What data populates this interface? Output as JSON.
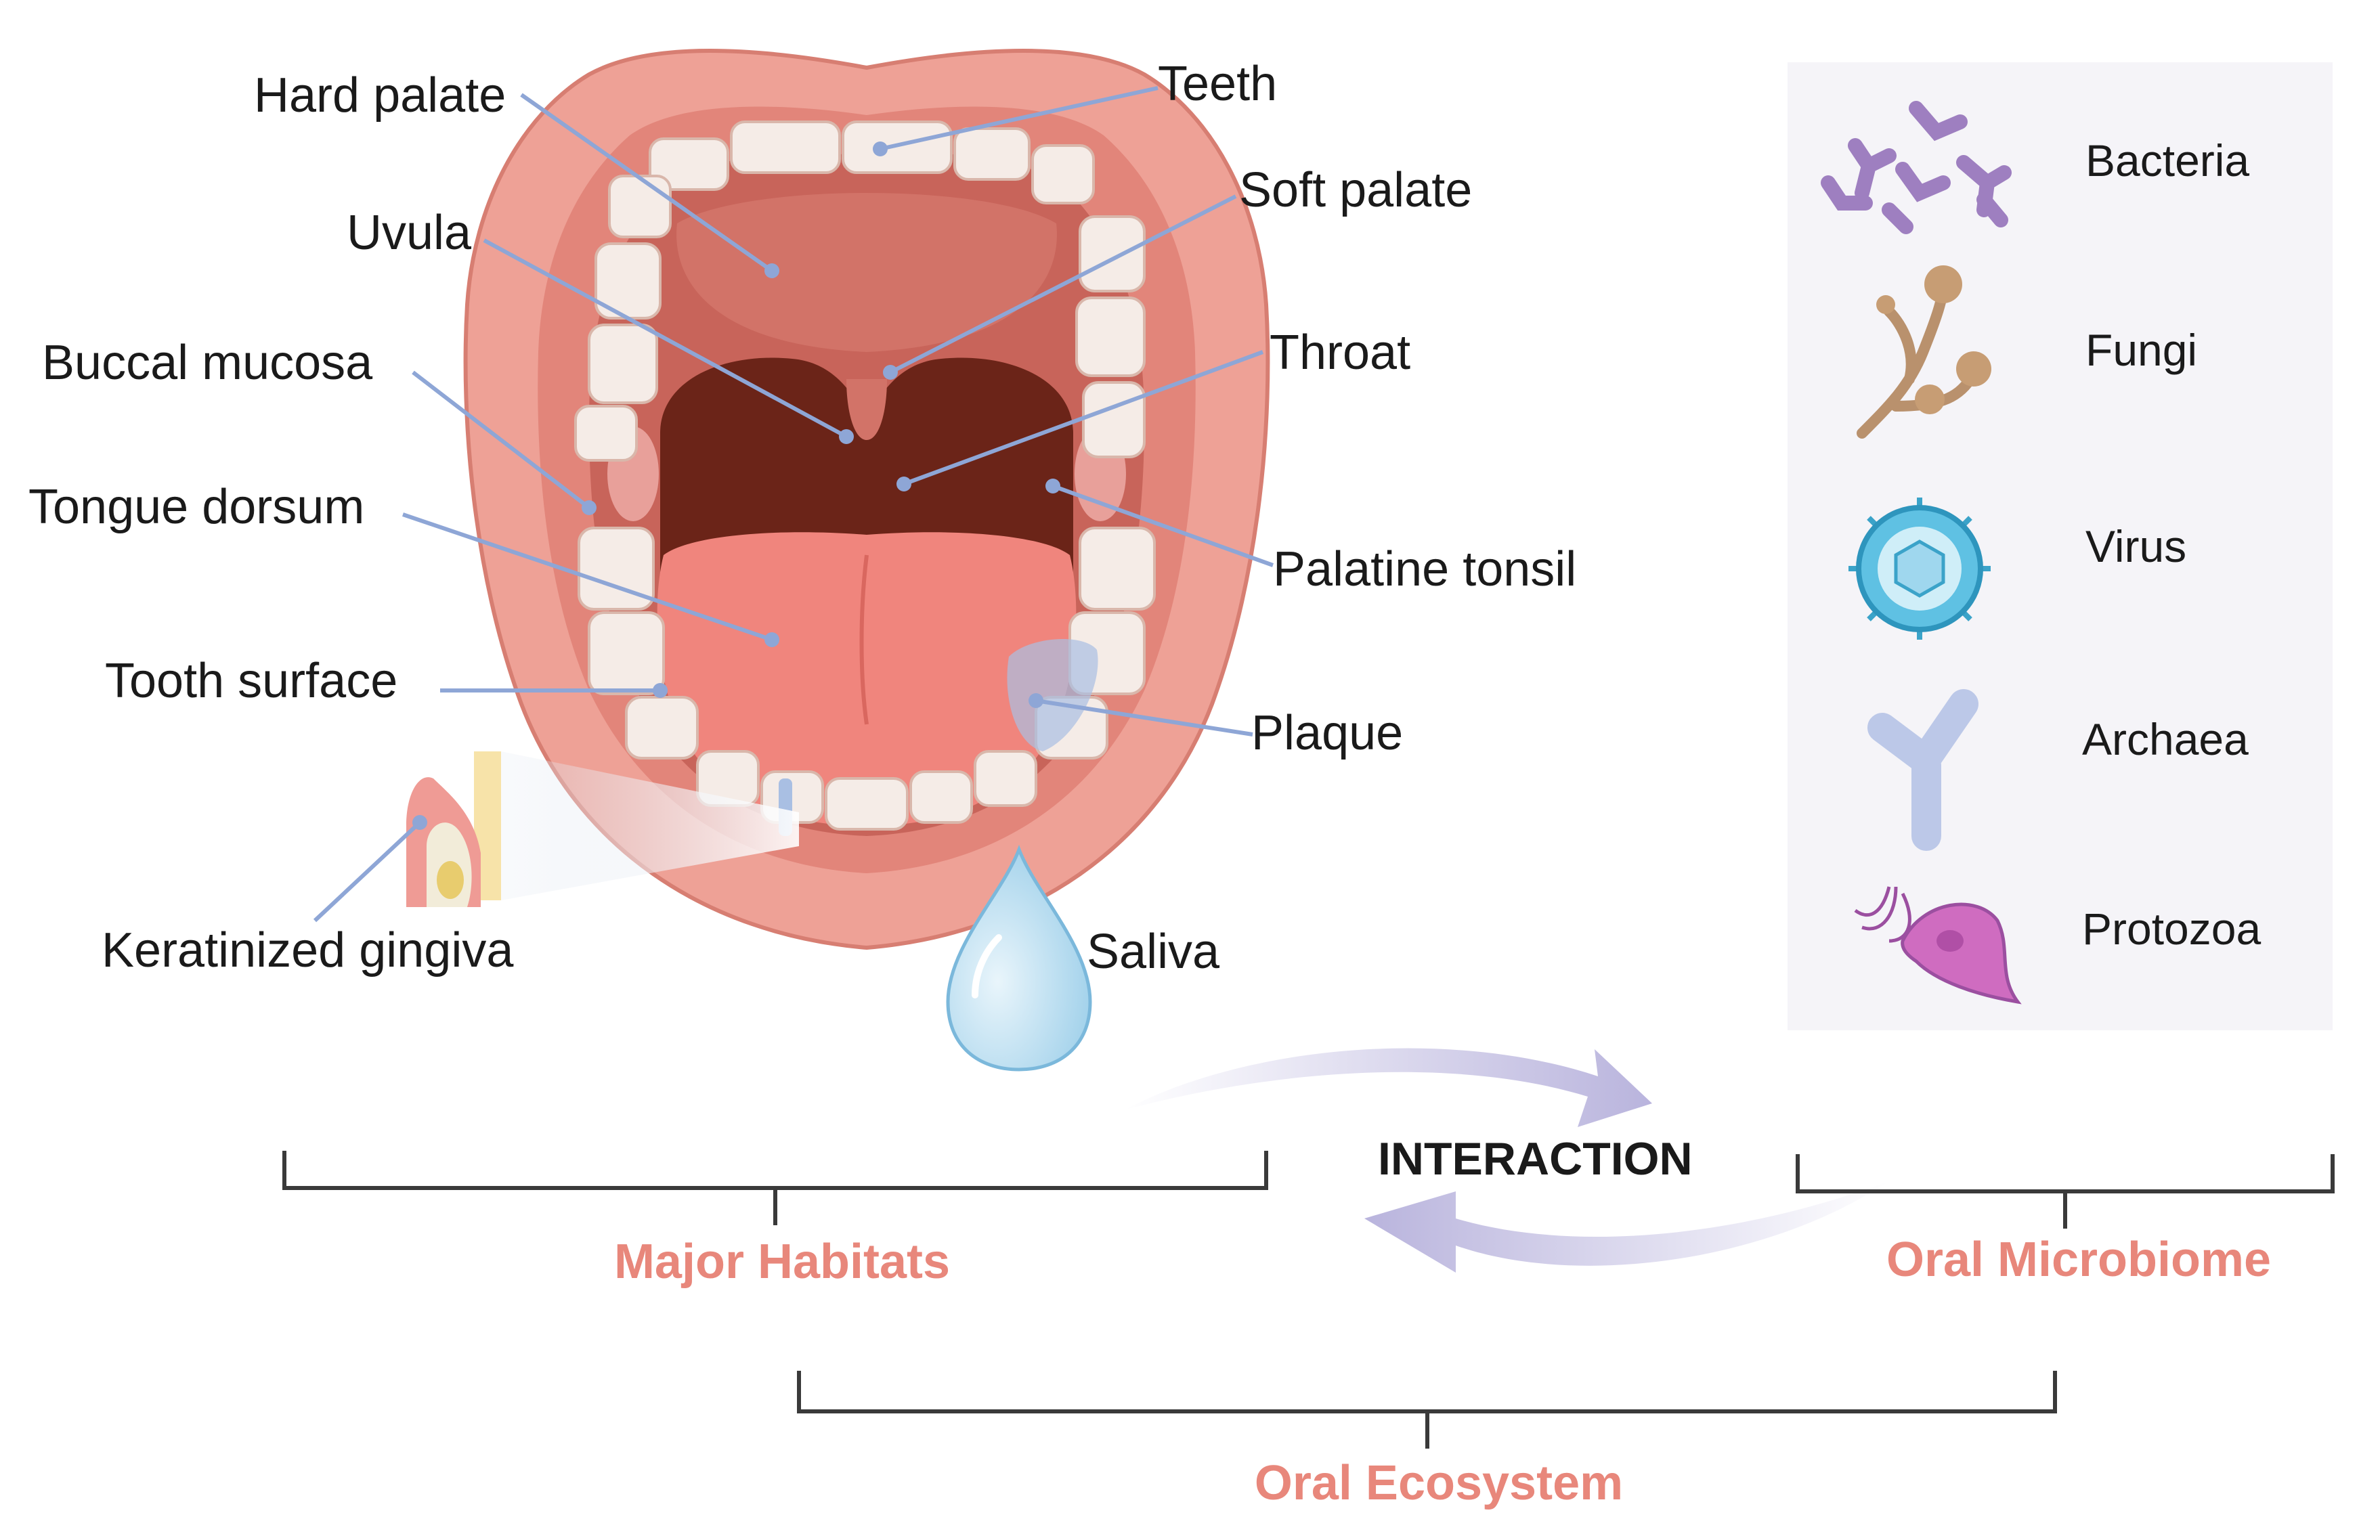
{
  "labels": {
    "hard_palate": "Hard palate",
    "uvula": "Uvula",
    "buccal_mucosa": "Buccal mucosa",
    "tongue_dorsum": "Tongue dorsum",
    "tooth_surface": "Tooth surface",
    "keratinized_gingiva": "Keratinized gingiva",
    "teeth": "Teeth",
    "soft_palate": "Soft palate",
    "throat": "Throat",
    "palatine_tonsil": "Palatine tonsil",
    "plaque": "Plaque",
    "saliva": "Saliva"
  },
  "microbes": [
    "Bacteria",
    "Fungi",
    "Virus",
    "Archaea",
    "Protozoa"
  ],
  "relation": {
    "interaction": "INTERACTION",
    "major_habitats": "Major Habitats",
    "oral_microbiome": "Oral Microbiome",
    "oral_ecosystem": "Oral Ecosystem"
  },
  "colors": {
    "lip": "#eea196",
    "mouth_cavity": "#c8645a",
    "throat_dark": "#6b2418",
    "tongue": "#f0857d",
    "tooth": "#f5ece7",
    "leader_line": "#8ea6d6",
    "category_text": "#e8877b",
    "panel_bg": "#f5f4f8"
  }
}
